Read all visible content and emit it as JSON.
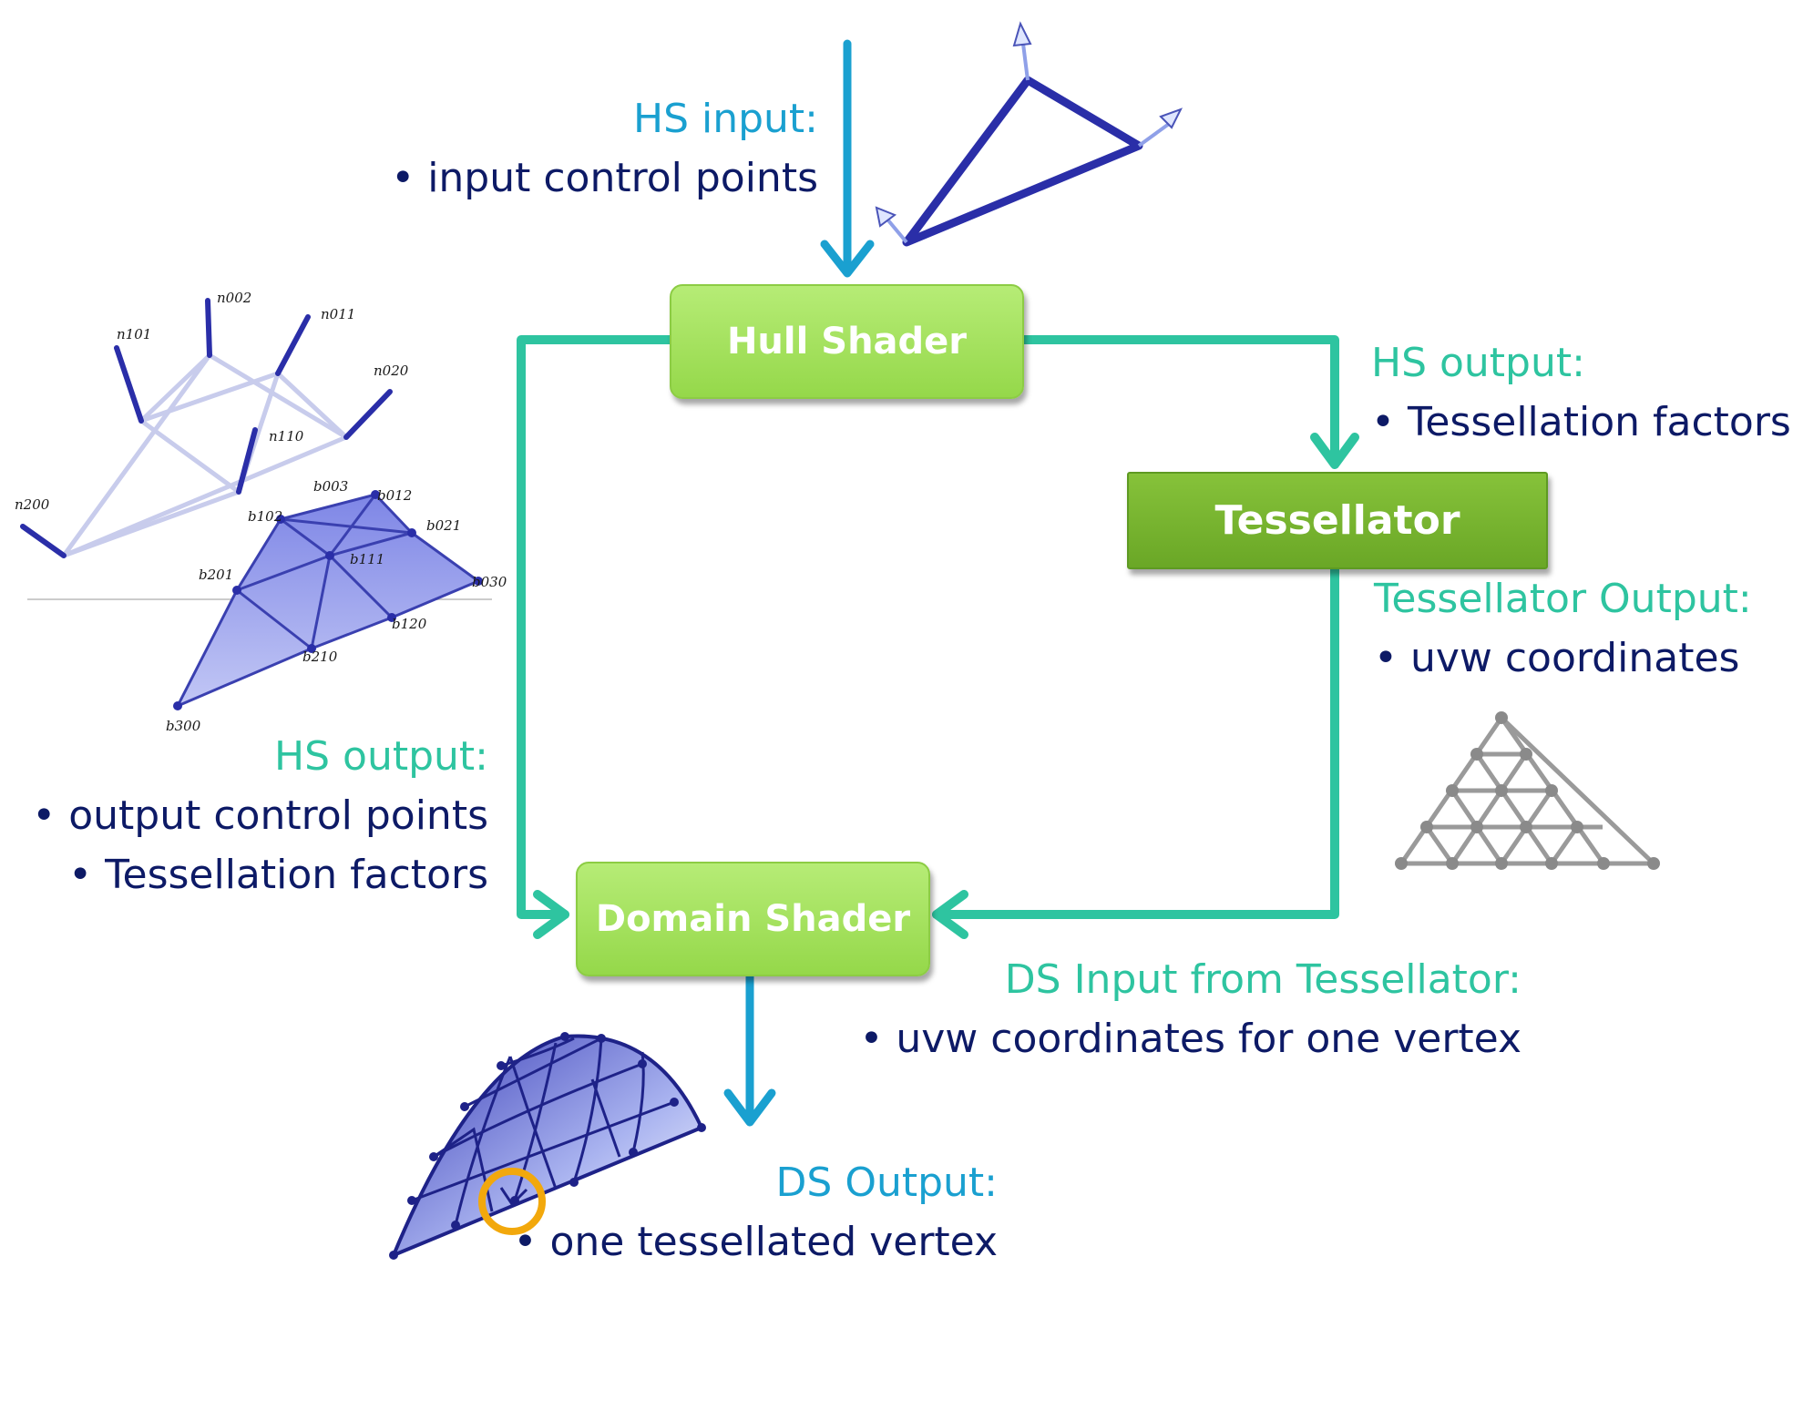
{
  "stages": {
    "hull_shader": "Hull Shader",
    "tessellator": "Tessellator",
    "domain_shader": "Domain Shader"
  },
  "hs_input": {
    "heading": "HS input:",
    "items": [
      "• input control points"
    ]
  },
  "hs_output_right": {
    "heading": "HS output:",
    "items": [
      "• Tessellation factors"
    ]
  },
  "tessellator_output": {
    "heading": "Tessellator Output:",
    "items": [
      "• uvw coordinates"
    ]
  },
  "hs_output_left": {
    "heading": "HS output:",
    "items": [
      "• output control points",
      "• Tessellation factors"
    ]
  },
  "ds_input": {
    "heading": "DS Input from Tessellator:",
    "items": [
      "• uvw coordinates for one vertex"
    ]
  },
  "ds_output": {
    "heading": "DS Output:",
    "items": [
      "• one tessellated vertex"
    ]
  },
  "patch_labels": {
    "normals": [
      "n200",
      "n101",
      "n002",
      "n011",
      "n020",
      "n110"
    ],
    "control_points": [
      "b003",
      "b012",
      "b102",
      "b021",
      "b111",
      "b201",
      "b030",
      "b120",
      "b210",
      "b300"
    ]
  },
  "colors": {
    "flow_teal": "#2ec4a0",
    "flow_blue": "#1aa0d0",
    "text_navy": "#0d1a66",
    "box_light_green": "#9fdf55",
    "box_dark_green": "#76b52f",
    "mesh_blue": "#2a2ea8",
    "highlight_orange": "#f2a80c"
  }
}
